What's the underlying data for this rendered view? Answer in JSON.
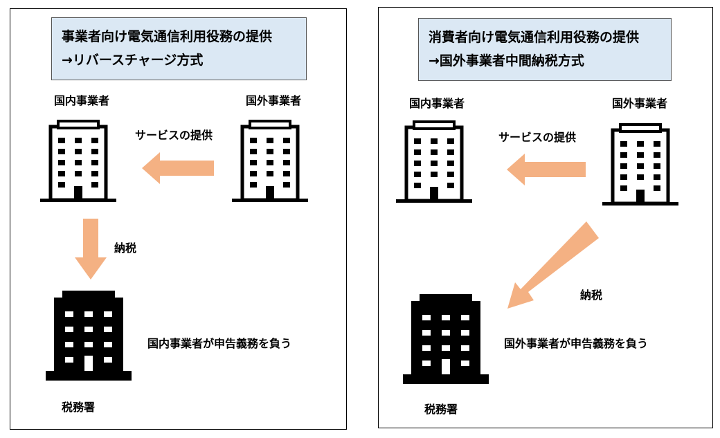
{
  "left": {
    "title_line1": "事業者向け電気通信利用役務の提供",
    "title_line2": "→リバースチャージ方式",
    "domestic_label": "国内事業者",
    "foreign_label": "国外事業者",
    "service_label": "サービスの提供",
    "tax_label": "納税",
    "obligation_label": "国内事業者が申告義務を負う",
    "office_label": "税務署"
  },
  "right": {
    "title_line1": "消費者向け電気通信利用役務の提供",
    "title_line2": "→国外事業者中間納税方式",
    "domestic_label": "国内事業者",
    "foreign_label": "国外事業者",
    "service_label": "サービスの提供",
    "tax_label": "納税",
    "obligation_label": "国外事業者が申告義務を負う",
    "office_label": "税務署"
  },
  "colors": {
    "arrow": "#f4b183",
    "title_bg": "#dbe8f4"
  }
}
